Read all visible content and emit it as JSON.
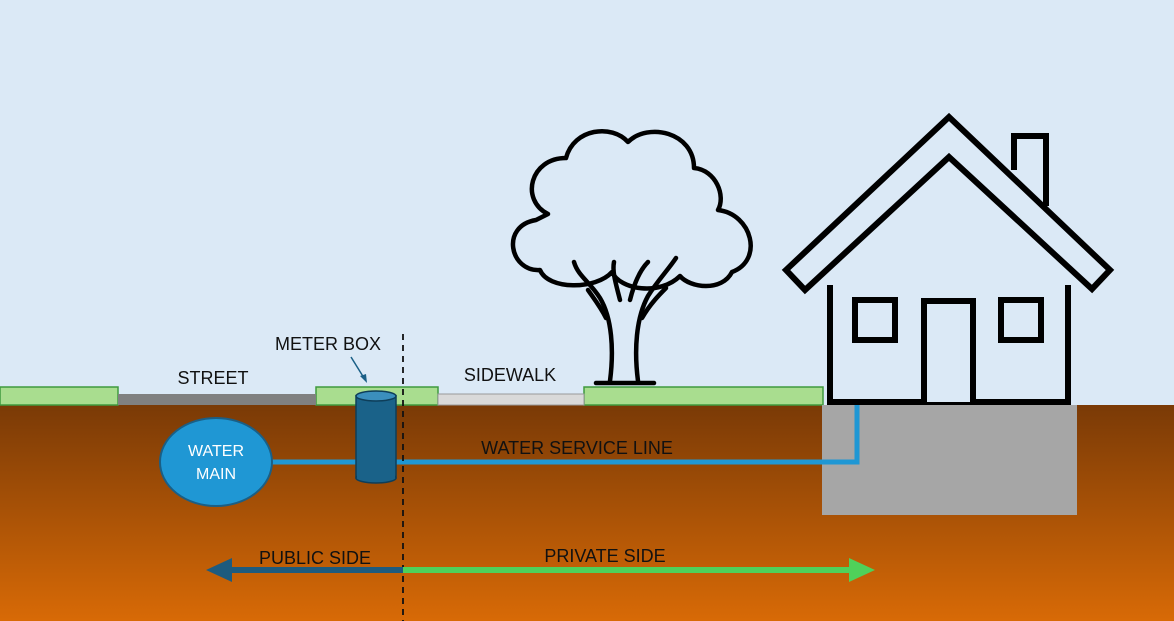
{
  "labels": {
    "street": "STREET",
    "meter_box": "METER BOX",
    "sidewalk": "SIDEWALK",
    "water_main_line1": "WATER",
    "water_main_line2": "MAIN",
    "water_service_line": "WATER SERVICE LINE",
    "public_side": "PUBLIC SIDE",
    "private_side": "PRIVATE SIDE"
  },
  "colors": {
    "sky": "#dbe9f6",
    "grass": "#a9dd8f",
    "grass_border": "#3f9a3f",
    "street": "#808080",
    "sidewalk": "#d9d9d9",
    "soil_top": "#7a3a06",
    "soil_bottom": "#d86a06",
    "foundation": "#a6a6a6",
    "water_main": "#1f97d4",
    "service_line": "#1f97d4",
    "meter_box": "#1a6289",
    "public_arrow": "#1e5b7e",
    "private_arrow": "#4fd15a",
    "outline": "#000000"
  }
}
